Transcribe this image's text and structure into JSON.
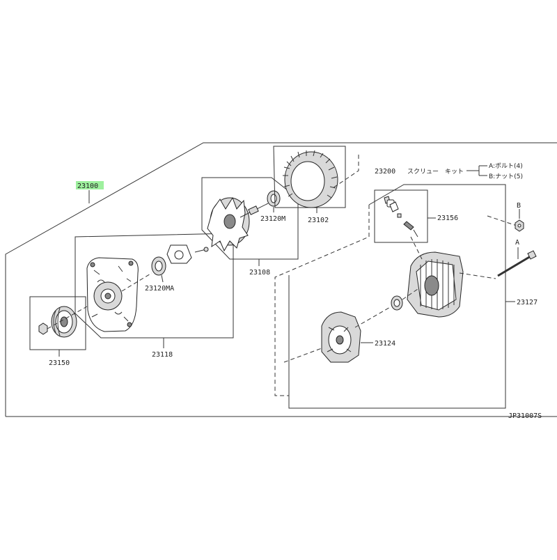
{
  "diagram": {
    "assembly_ref": "23100",
    "highlight_color": "#9ef09e",
    "kit": {
      "ref": "23200",
      "name": "スクリュー　キット",
      "items": [
        "A:ボルト(4)",
        "B:ナット(5)"
      ]
    },
    "markers": {
      "a": "A",
      "b": "B"
    },
    "parts": {
      "p23102": "23102",
      "p23120m": "23120M",
      "p23108": "23108",
      "p23120ma": "23120MA",
      "p23118": "23118",
      "p23150": "23150",
      "p23156": "23156",
      "p23127": "23127",
      "p23124": "23124"
    },
    "drawing_code": "JP31007S"
  }
}
